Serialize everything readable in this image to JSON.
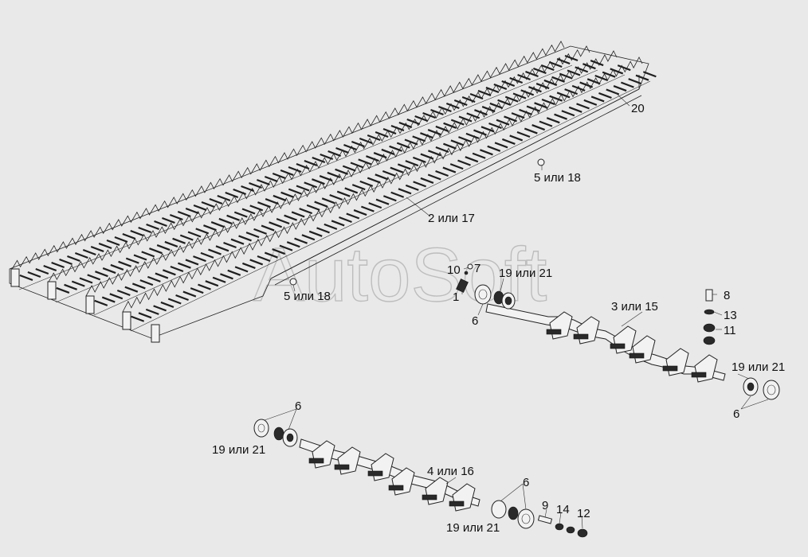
{
  "watermark": "AutoSoft",
  "labels": {
    "l20": "20",
    "l5a": "5 или 18",
    "l2": "2 или 17",
    "l5b": "5 или 18",
    "l10": "10",
    "l7": "7",
    "l1": "1",
    "l19a": "19 или 21",
    "l6a": "6",
    "l3": "3 или 15",
    "l8": "8",
    "l13": "13",
    "l11": "11",
    "l19b": "19 или 21",
    "l6b": "6",
    "l6c": "6",
    "l19c": "19 или 21",
    "l4": "4 или 16",
    "l6d": "6",
    "l9": "9",
    "l14": "14",
    "l12": "12",
    "l19d": "19 или 21"
  }
}
